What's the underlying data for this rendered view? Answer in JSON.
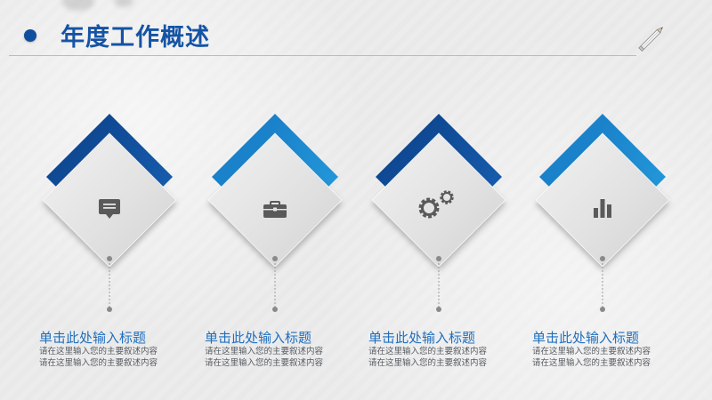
{
  "header": {
    "title": "年度工作概述"
  },
  "colors": {
    "accent": "#1553a5",
    "dark_blue": "#0e4a96",
    "light_blue": "#1a8ad0",
    "card_gray": "#e3e3e3",
    "icon_gray": "#5a5a5a",
    "text_gray": "#555a60"
  },
  "cards": [
    {
      "icon": "chat-bubble-icon",
      "title": "单击此处输入标题",
      "desc_line1": "请在这里输入您的主要叙述内容",
      "desc_line2": "请在这里输入您的主要叙述内容"
    },
    {
      "icon": "briefcase-icon",
      "title": "单击此处输入标题",
      "desc_line1": "请在这里输入您的主要叙述内容",
      "desc_line2": "请在这里输入您的主要叙述内容"
    },
    {
      "icon": "gears-icon",
      "title": "单击此处输入标题",
      "desc_line1": "请在这里输入您的主要叙述内容",
      "desc_line2": "请在这里输入您的主要叙述内容"
    },
    {
      "icon": "bar-chart-icon",
      "title": "单击此处输入标题",
      "desc_line1": "请在这里输入您的主要叙述内容",
      "desc_line2": "请在这里输入您的主要叙述内容"
    }
  ]
}
